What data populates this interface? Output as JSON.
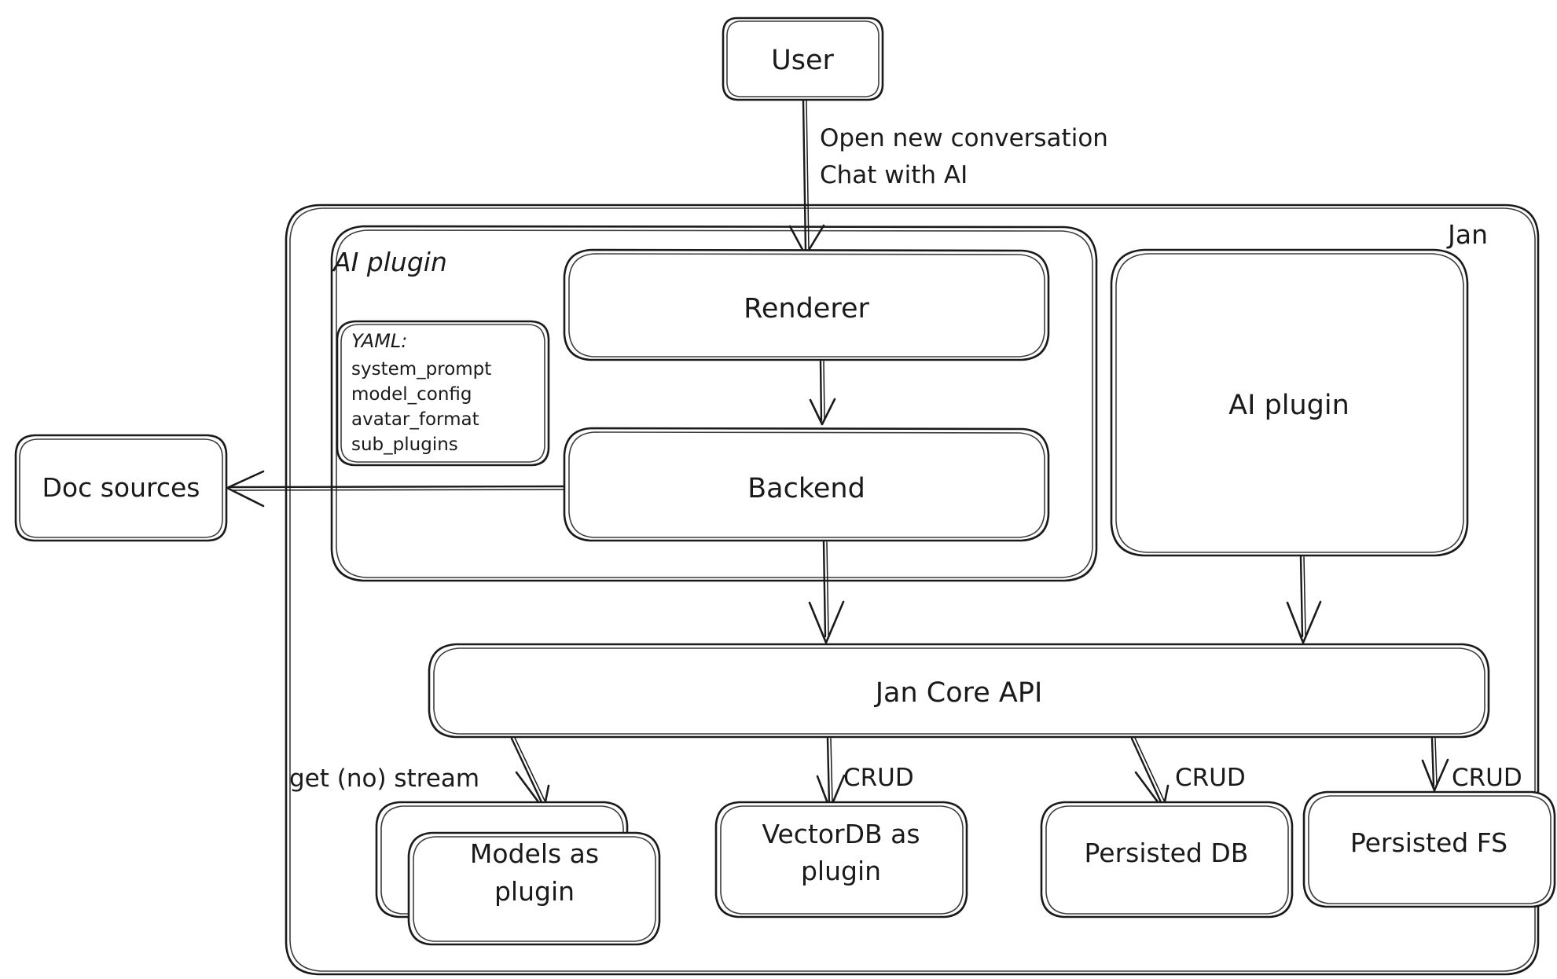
{
  "diagram": {
    "title": "Jan architecture diagram",
    "style": "hand-drawn excalidraw",
    "background": "#ffffff",
    "stroke_color": "#1a1a1a"
  },
  "containers": {
    "jan": {
      "label": "Jan"
    },
    "ai_plugin_group": {
      "label": "AI plugin"
    }
  },
  "nodes": {
    "user": {
      "label": "User"
    },
    "renderer": {
      "label": "Renderer"
    },
    "backend": {
      "label": "Backend"
    },
    "ai_plugin_right": {
      "label": "AI plugin"
    },
    "doc_sources": {
      "label": "Doc sources"
    },
    "jan_core_api": {
      "label": "Jan Core API"
    },
    "models_plugin": {
      "label_line1": "Models as",
      "label_line2": "plugin"
    },
    "vectordb_plugin": {
      "label_line1": "VectorDB as",
      "label_line2": "plugin"
    },
    "persisted_db": {
      "label": "Persisted DB"
    },
    "persisted_fs": {
      "label": "Persisted FS"
    }
  },
  "yaml_card": {
    "heading": "YAML:",
    "keys": [
      "system_prompt",
      "model_config",
      "avatar_format",
      "sub_plugins"
    ]
  },
  "edges": {
    "user_to_renderer": {
      "line1": "Open new conversation",
      "line2": "Chat with AI"
    },
    "renderer_to_backend": {
      "label": ""
    },
    "backend_to_doc_sources": {
      "label": ""
    },
    "backend_to_core": {
      "label": ""
    },
    "ai_plugin_to_core": {
      "label": ""
    },
    "core_to_models": {
      "label": "get (no) stream"
    },
    "core_to_vectordb": {
      "label": "CRUD"
    },
    "core_to_persisted_db": {
      "label": "CRUD"
    },
    "core_to_persisted_fs": {
      "label": "CRUD"
    }
  }
}
